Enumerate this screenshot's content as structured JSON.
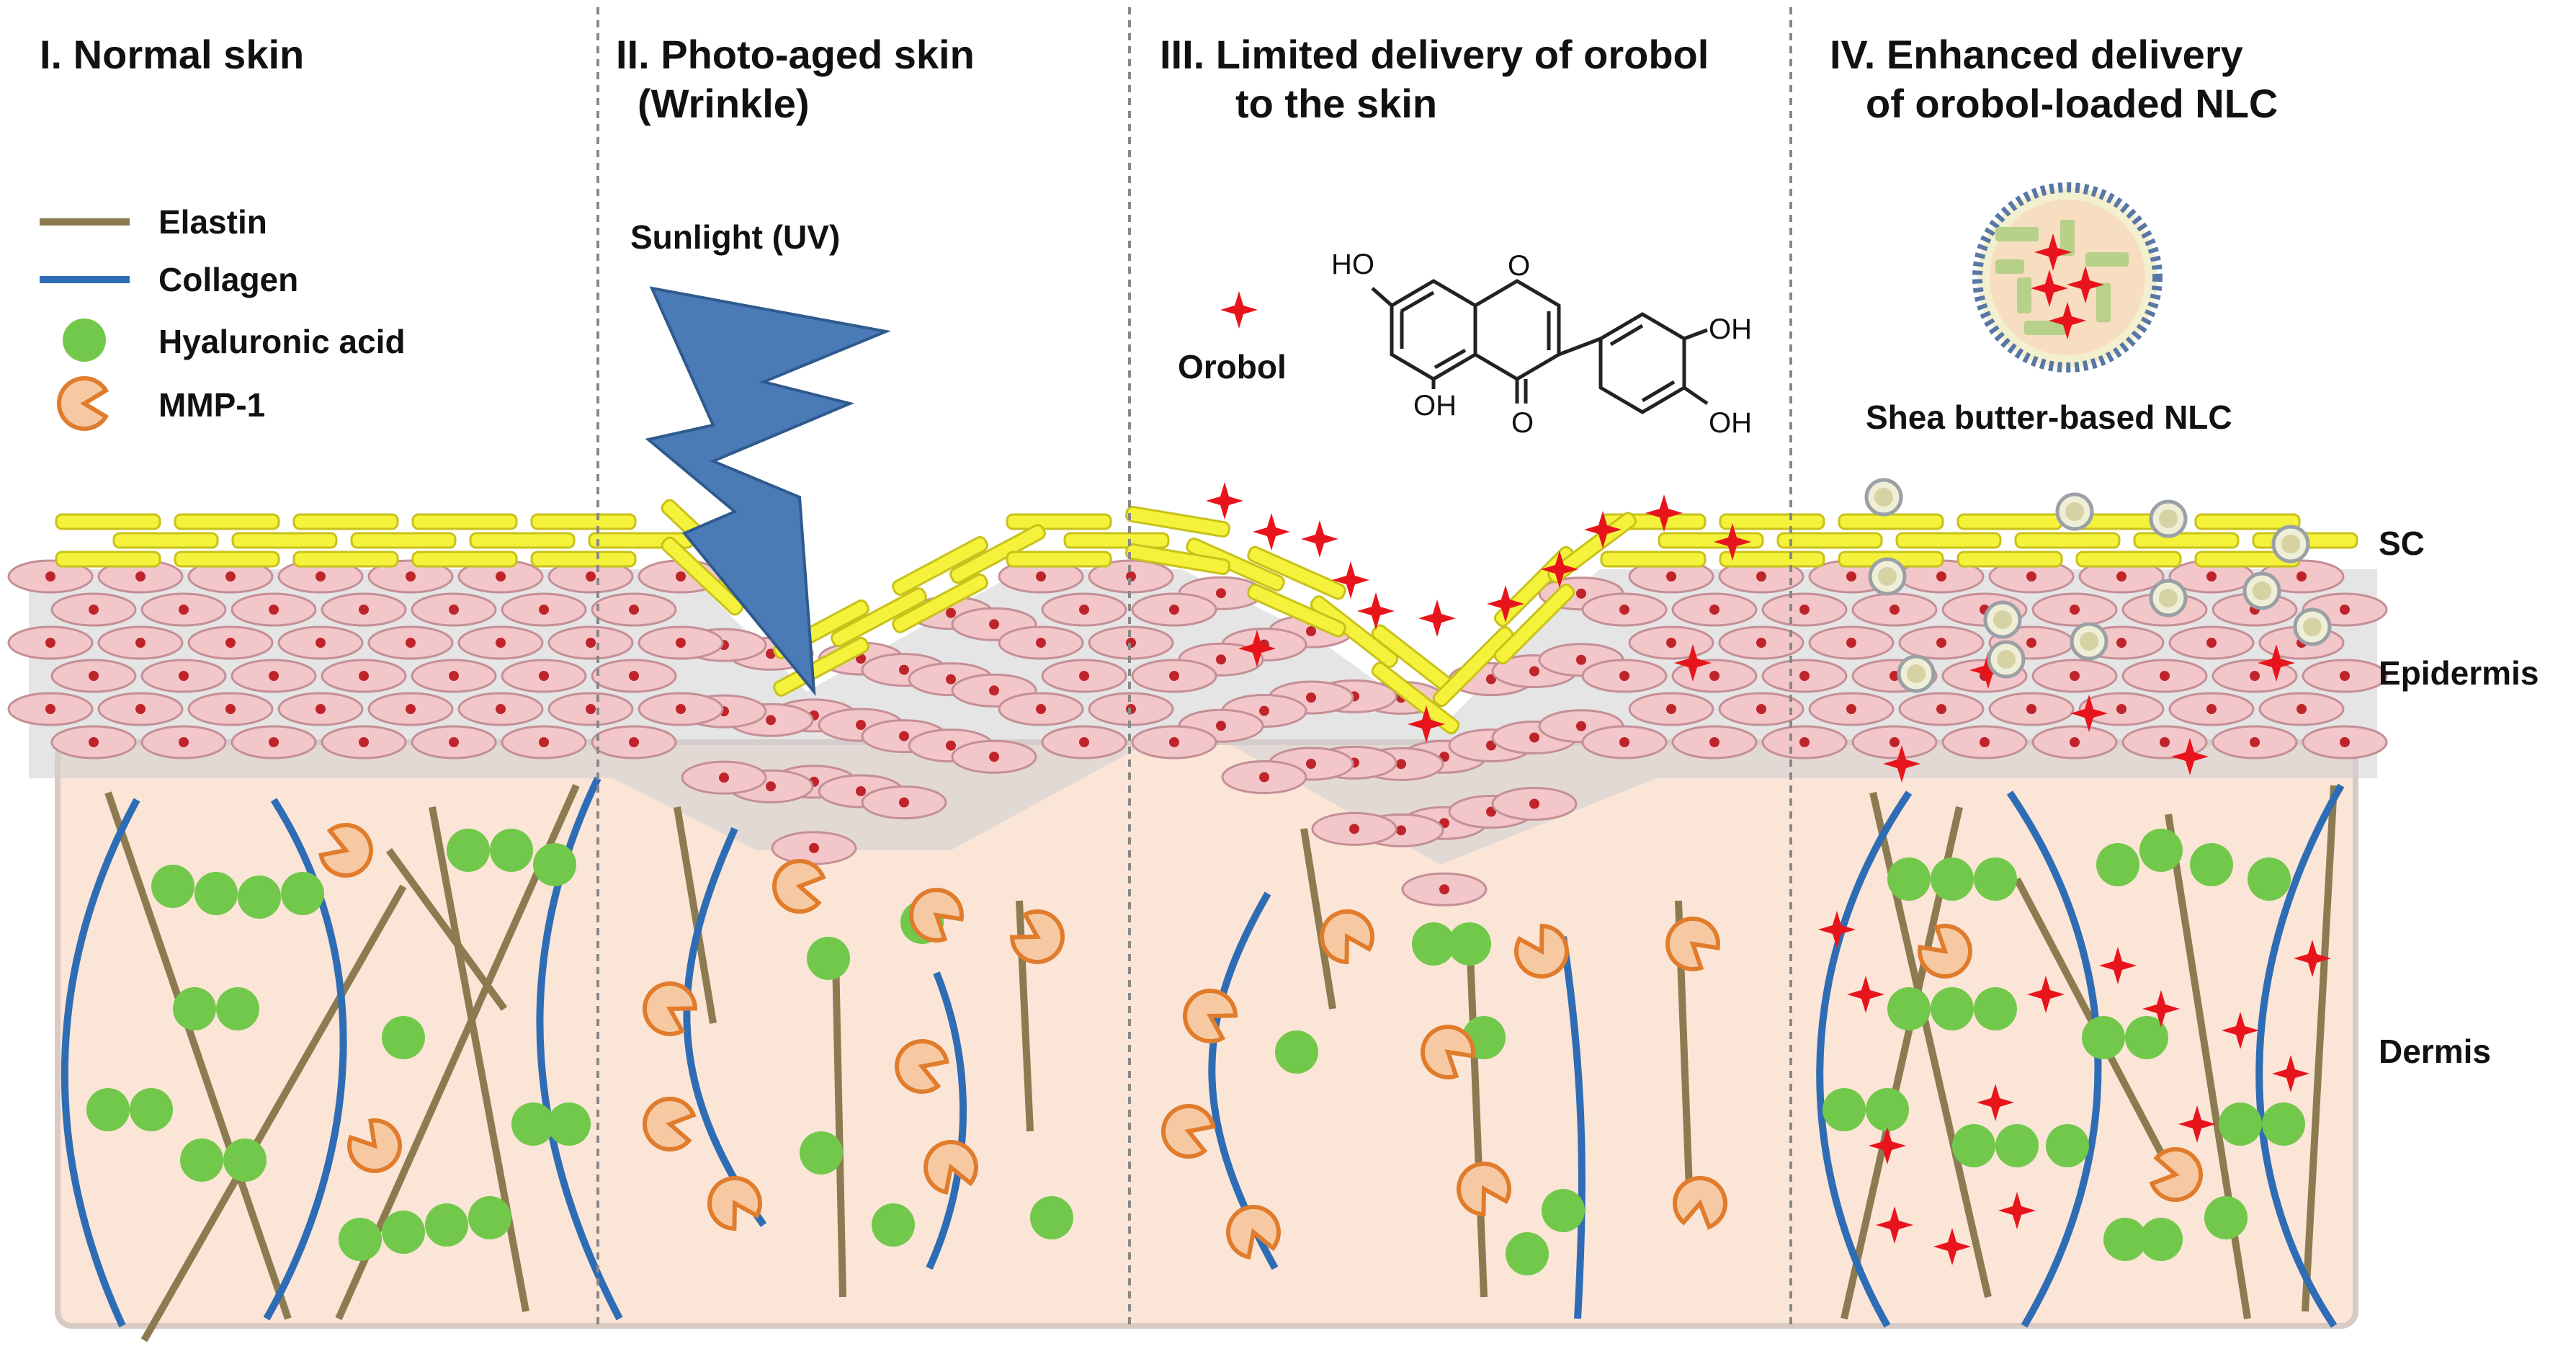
{
  "panels": [
    {
      "title_line1": "I. Normal skin",
      "title_line2": ""
    },
    {
      "title_line1": "II. Photo-aged skin",
      "title_line2": "(Wrinkle)"
    },
    {
      "title_line1": "III. Limited delivery of orobol",
      "title_line2": "to the skin"
    },
    {
      "title_line1": "IV. Enhanced delivery",
      "title_line2": "of orobol-loaded NLC"
    }
  ],
  "legend": {
    "elastin": "Elastin",
    "collagen": "Collagen",
    "hyaluronic_acid": "Hyaluronic acid",
    "mmp1": "MMP-1"
  },
  "sunlight_label": "Sunlight (UV)",
  "orobol_label": "Orobol",
  "structure_labels": {
    "ho": "HO",
    "oh_ring": "OH",
    "oh_left": "OH",
    "oh_right_bottom": "OH",
    "o_ring": "O",
    "o_keto": "O"
  },
  "nlc_label": "Shea butter-based NLC",
  "layers": {
    "sc": "SC",
    "epidermis": "Epidermis",
    "dermis": "Dermis"
  },
  "colors": {
    "elastin": "#8c7b50",
    "collagen": "#2e6db5",
    "hyaluronic_acid": "#72c84a",
    "mmp1_fill": "#f7c9a2",
    "mmp1_stroke": "#e07c2c",
    "sc_fill": "#f4f23a",
    "cell_fill": "#f3c7c9",
    "nucleus": "#c0242b",
    "dermis": "#fae5d7",
    "uv": "#4a7bb7",
    "orobol": "#e8141c"
  }
}
